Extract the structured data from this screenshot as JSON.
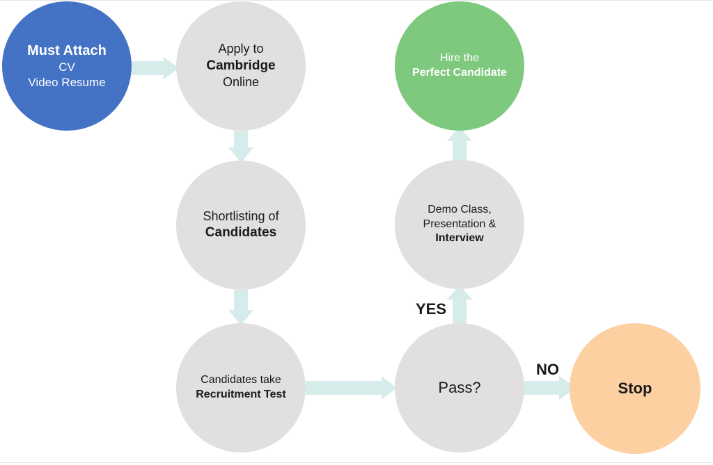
{
  "colors": {
    "start": "#4472c4",
    "step": "#e0e0e0",
    "success": "#7fc97f",
    "stop": "#fdd0a2",
    "arrow": "#d6ecea"
  },
  "nodes": {
    "attach": {
      "line1": "Must Attach",
      "line2": "CV",
      "line3": "Video Resume"
    },
    "apply": {
      "line1": "Apply to",
      "line2": "Cambridge",
      "line3": "Online"
    },
    "shortlist": {
      "line1": "Shortlisting of",
      "line2": "Candidates"
    },
    "test": {
      "line1": "Candidates take",
      "line2": "Recruitment Test"
    },
    "pass": {
      "line1": "Pass?"
    },
    "demo": {
      "line1": "Demo Class,",
      "line2": "Presentation &",
      "line3": "Interview"
    },
    "hire": {
      "line1": "Hire the",
      "line2": "Perfect Candidate"
    },
    "stop": {
      "line1": "Stop"
    }
  },
  "edges": {
    "yes": "YES",
    "no": "NO"
  }
}
